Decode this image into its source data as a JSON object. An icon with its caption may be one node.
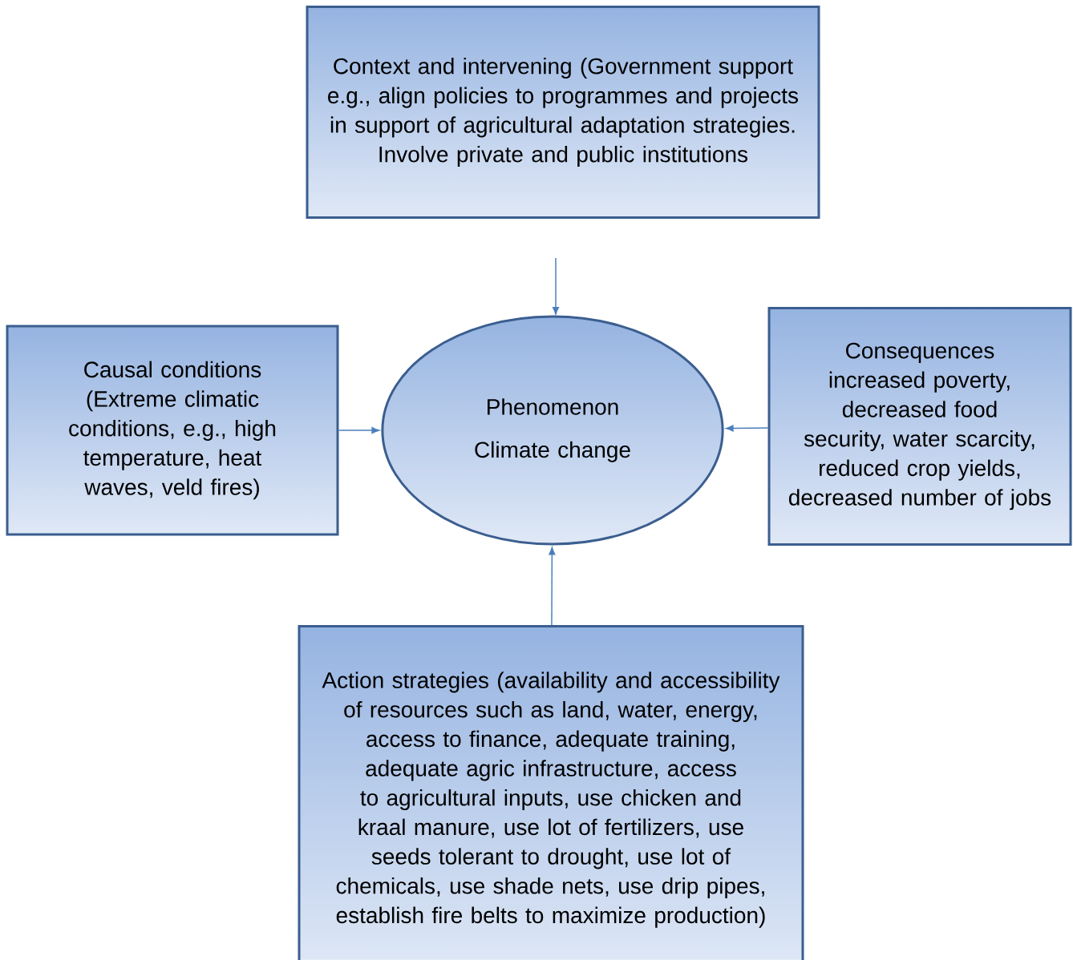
{
  "diagram": {
    "nodes": [
      {
        "text": [
          "Context and intervening (Government support e.g., align policies to programmes and projects in support of agricultural adaptation strategies. Involve private and public institutions"
        ]
      },
      {
        "text": [
          "Causal conditions",
          "(Extreme climatic conditions, e.g., high temperature, heat waves, veld fires)"
        ]
      },
      {
        "text": [
          "Phenomenon",
          "Climate change"
        ]
      },
      {
        "text": [
          "Consequences",
          "increased poverty, decreased food security, water scarcity, reduced crop yields, decreased number of jobs"
        ]
      },
      {
        "text": [
          "Action strategies (availability and accessibility of resources such as land, water, energy, access to finance, adequate training, adequate agric infrastructure, access to agricultural inputs, use chicken and kraal manure, use lot of fertilizers, use seeds tolerant to drought, use lot of chemicals, use shade nets, use drip pipes, establish fire belts to maximize production)"
        ]
      }
    ],
    "edges": [
      {
        "from": null,
        "to": 2,
        "arrow": "to"
      },
      {
        "from": 1,
        "to": 2,
        "arrow": "to"
      },
      {
        "from": 3,
        "to": 2,
        "arrow": "to"
      },
      {
        "from": 4,
        "to": 2,
        "arrow": "to"
      }
    ]
  }
}
